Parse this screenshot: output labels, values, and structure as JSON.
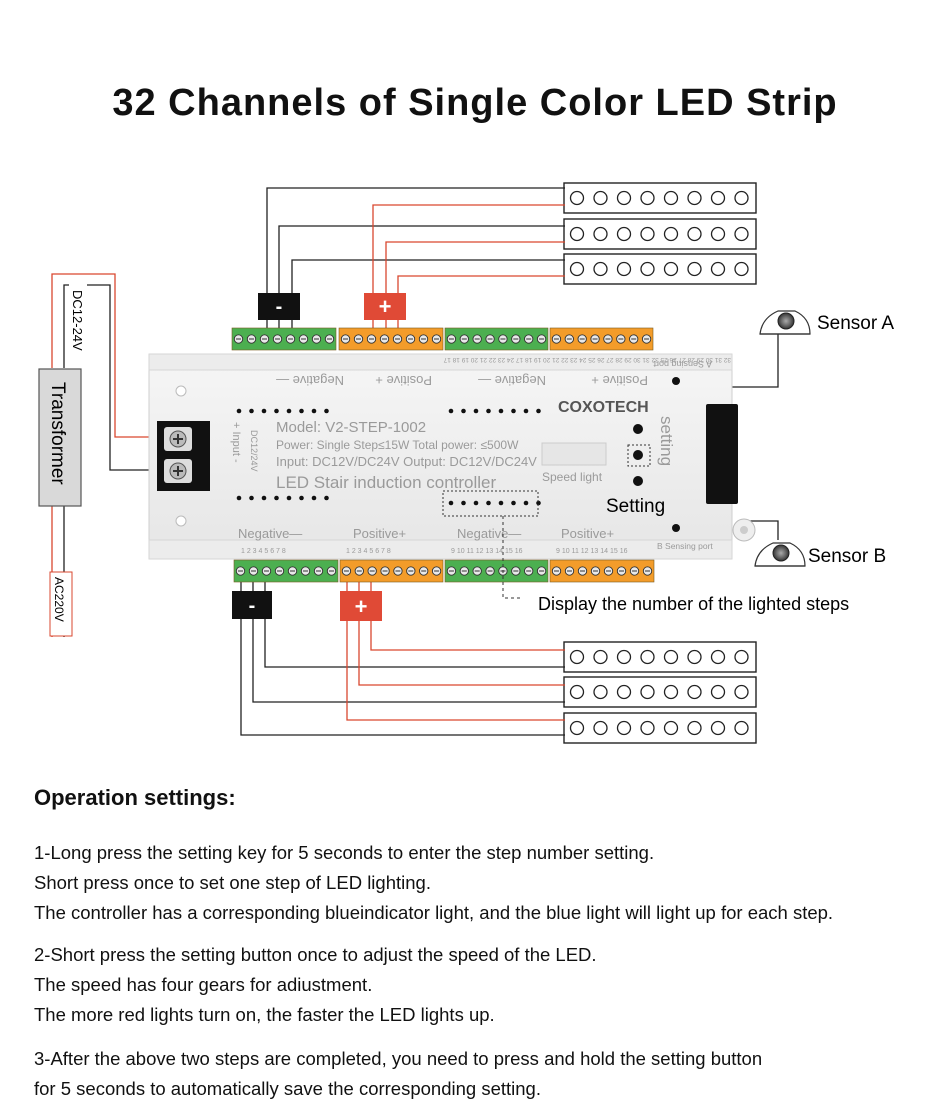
{
  "title": "32 Channels of Single Color LED Strip",
  "transformer": {
    "label": "Transformer",
    "dc_label": "DC12-24V",
    "ac_label": "AC220V"
  },
  "terminals": {
    "minus": "-",
    "plus": "+",
    "top_numbers": "32 31 30 29 28 27 26 25 32 31 30 29 28 27 26 25 24 23 22 21 20 19 18 17 24 23 22 21 20 19 18 17",
    "bottom_numbers_a": "1 2 3 4 5 6 7 8",
    "bottom_numbers_b": "1 2 3 4 5 6 7 8",
    "bottom_numbers_c": "9 10 11 12 13 14 15 16",
    "bottom_numbers_d": "9 10 11 12 13 14 15 16"
  },
  "controller": {
    "brand": "COXOTECH",
    "model": "Model: V2-STEP-1002",
    "power": "Power: Single Step≤15W Total power: ≤500W",
    "io": "Input: DC12V/DC24V Output: DC12V/DC24V",
    "name": "LED Stair induction controller",
    "speed_light": "Speed light",
    "setting_vertical": "setting",
    "input_label": "+ Input -",
    "input_volts": "DC12/24V",
    "top_neg": "Negative —",
    "top_pos": "Positive +",
    "top_neg2": "Negative —",
    "top_pos2": "Positive +",
    "a_port": "A Sensing port",
    "b_port": "B Sensing port",
    "bot_neg": "Negative—",
    "bot_pos": "Positive+",
    "bot_neg2": "Negative—",
    "bot_pos2": "Positive+"
  },
  "labels": {
    "sensor_a": "Sensor A",
    "sensor_b": "Sensor B",
    "setting": "Setting",
    "display_note": "Display the number of the lighted steps"
  },
  "section_title": "Operation settings:",
  "steps": [
    [
      "1-Long press the setting key for 5 seconds to enter the step number setting.",
      "Short press once to set one step of LED lighting.",
      "The controller has a corresponding blueindicator light, and the blue light will light up for each step."
    ],
    [
      "2-Short press the setting button once to adjust the speed of the LED.",
      "The speed has four gears for adiustment.",
      "The more red lights turn on, the faster the LED lights up."
    ],
    [
      "3-After the above two steps are completed, you need to press and hold the setting button",
      "for 5 seconds to automatically save the corresponding setting."
    ]
  ],
  "colors": {
    "black_wire": "#222222",
    "red_wire": "#d9472f",
    "green_terminal": "#4caf50",
    "orange_terminal": "#f39c2a",
    "minus_box": "#111111",
    "plus_box": "#e04a36"
  }
}
